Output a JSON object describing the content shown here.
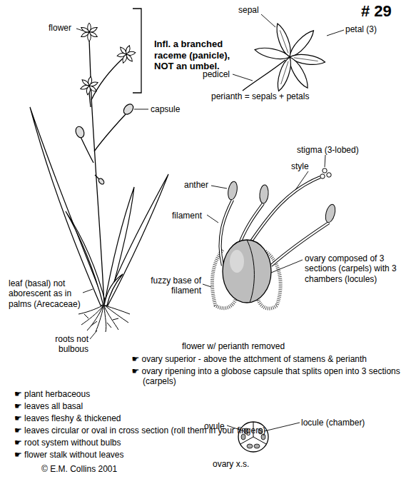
{
  "diagram": {
    "labels": [
      "# 29",
      "flower",
      "Infl. a branched raceme (panicle), NOT an umbel.",
      "sepal",
      "petal (3)",
      "pedicel",
      "perianth = sepals + petals",
      "capsule",
      "stigma (3-lobed)",
      "style",
      "anther",
      "filament",
      "leaf (basal) not aborescent as in palms (Arecaceae)",
      "fuzzy base of filament",
      "ovary composed of 3 sections (carpels) with 3 chambers (locules)",
      "roots not bulbous",
      "flower w/ perianth removed",
      "☛ ovary superior - above the attchment of stamens & perianth",
      "☛ ovary ripening into a globose capsule that splits open into 3 sections (carpels)",
      "☛ plant herbaceous",
      "☛ leaves all basal",
      "☛ leaves fleshy & thickened",
      "☛ leaves circular or oval in cross section (roll them in your fingers)",
      "☛ root system without bulbs",
      "☛ flower stalk without leaves",
      "© E.M. Collins 2001",
      "ovule",
      "locule (chamber)",
      "ovary x.s."
    ]
  }
}
